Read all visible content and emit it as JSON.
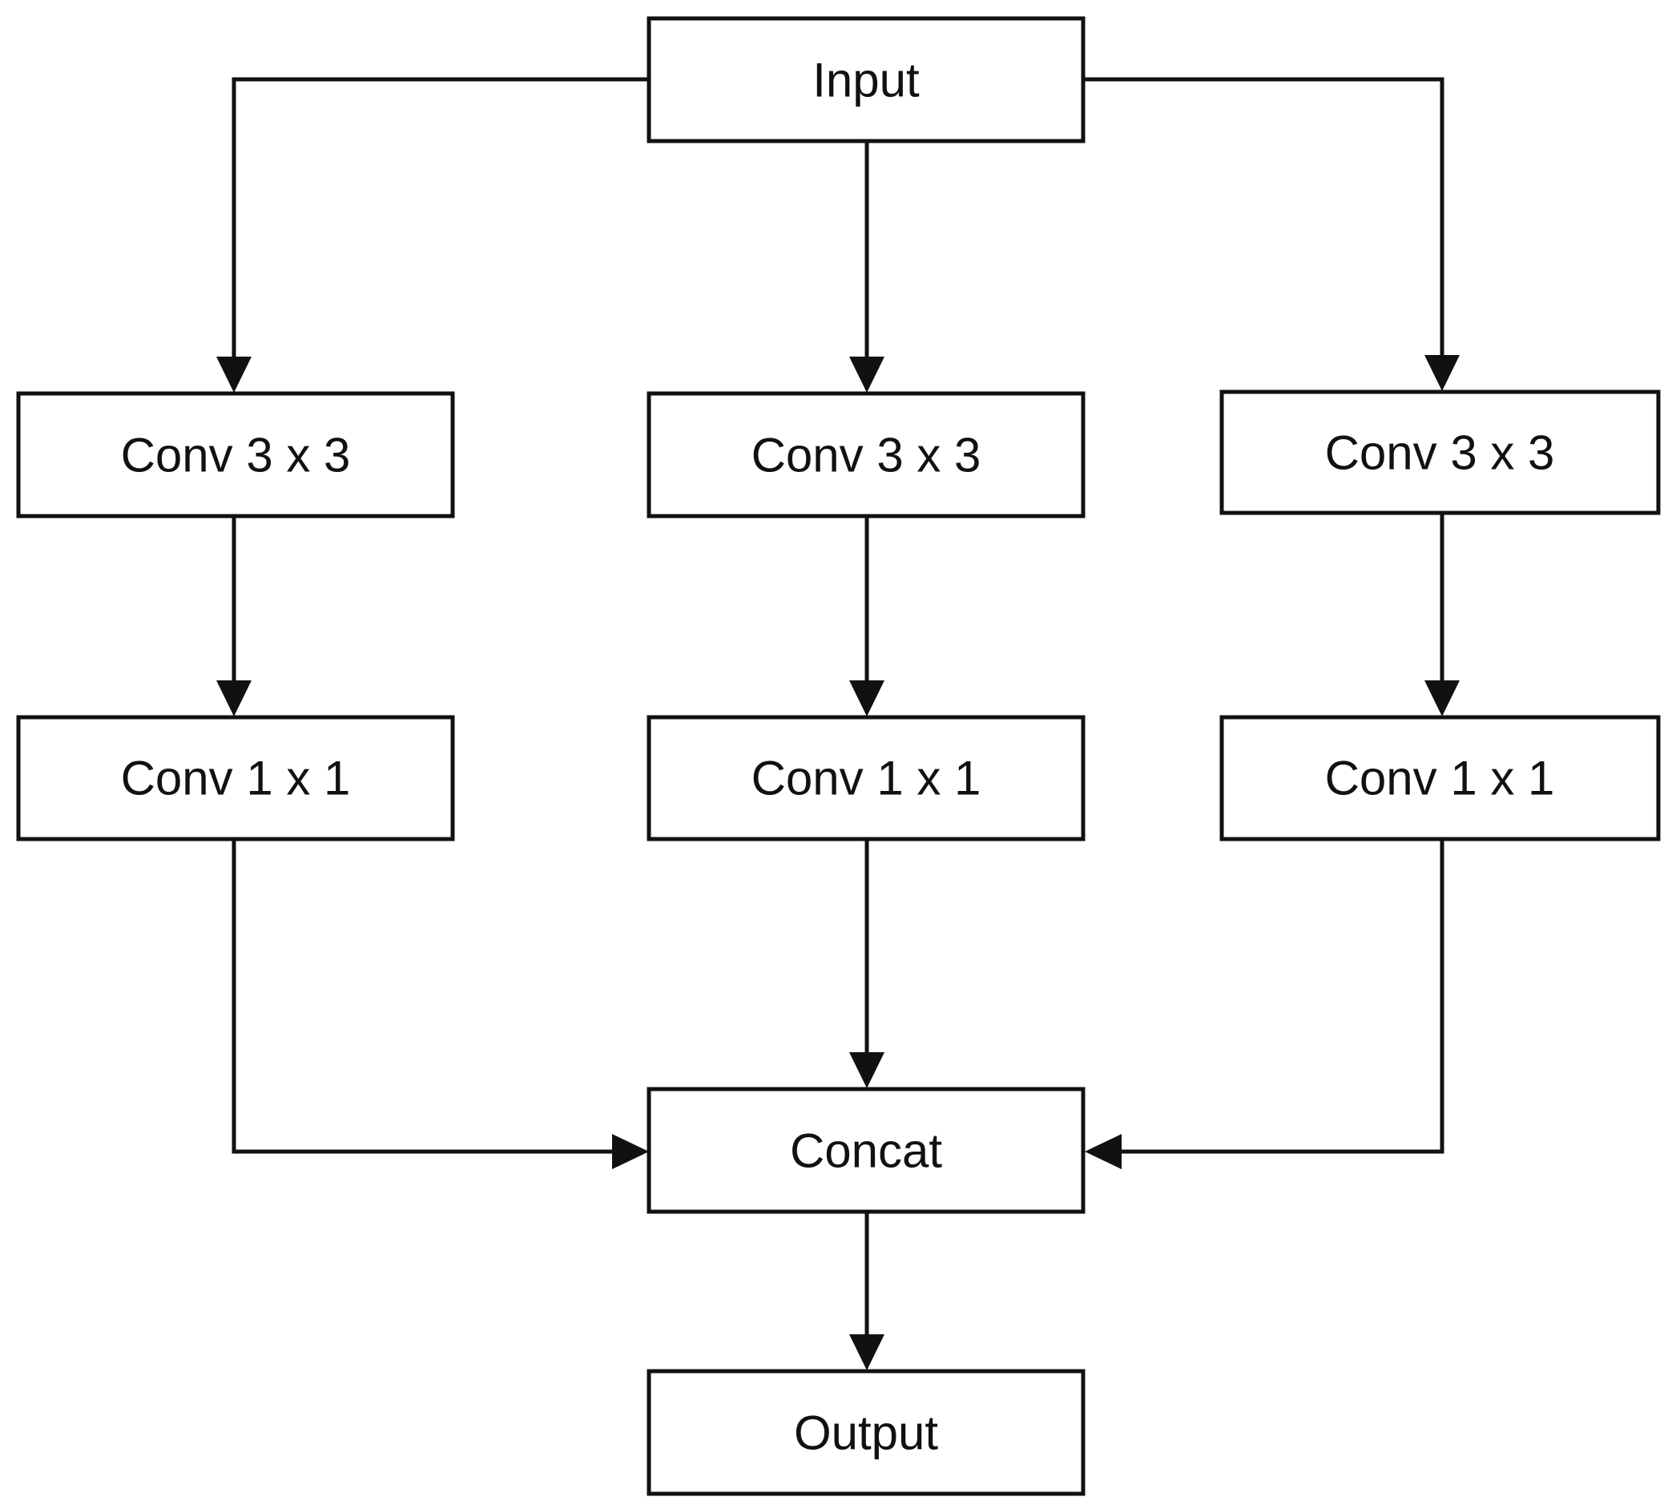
{
  "colors": {
    "background": "#ffffff",
    "stroke": "#111111",
    "text": "#111111"
  },
  "nodes": {
    "input": "Input",
    "left_conv3": "Conv 3 x 3",
    "center_conv3": "Conv 3 x 3",
    "right_conv3": "Conv 3 x 3",
    "left_conv1": "Conv 1 x 1",
    "center_conv1": "Conv 1 x 1",
    "right_conv1": "Conv 1 x 1",
    "concat": "Concat",
    "output": "Output"
  }
}
